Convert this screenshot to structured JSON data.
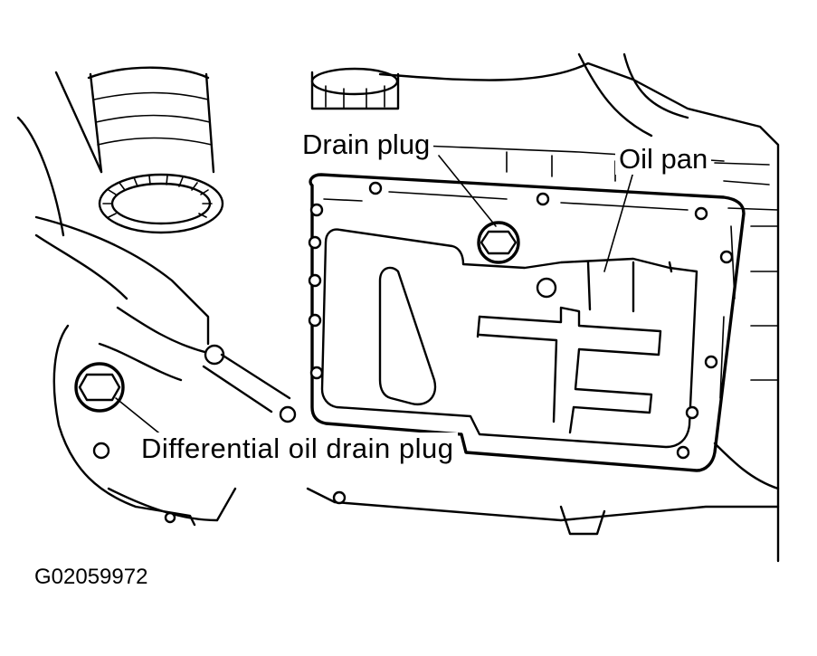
{
  "labels": {
    "drain_plug": "Drain plug",
    "oil_pan": "Oil pan",
    "differential_drain_plug": "Differential oil drain plug"
  },
  "figure_id": "G02059972",
  "icons": [
    "drain-plug-bolt",
    "differential-drain-plug-bolt",
    "oil-pan",
    "axle-shaft"
  ]
}
